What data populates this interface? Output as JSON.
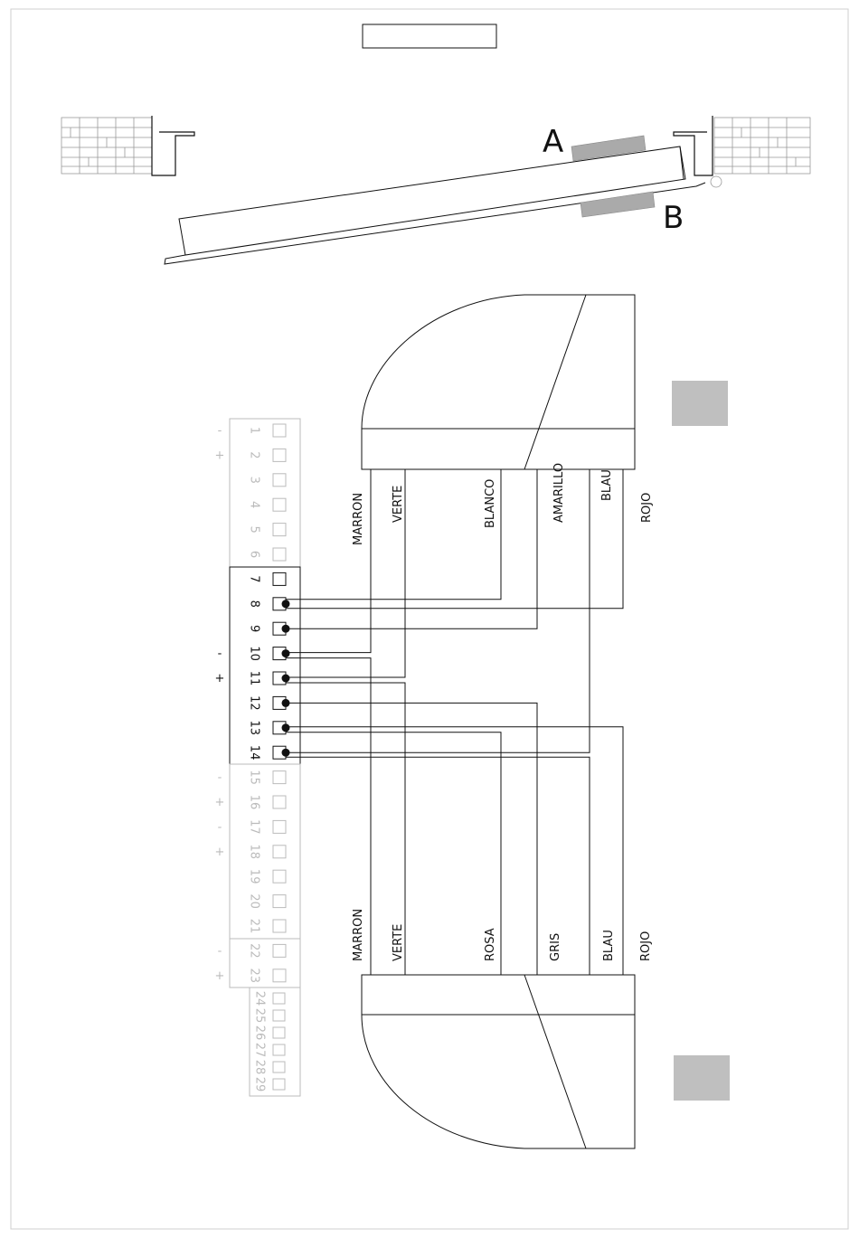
{
  "header_box_text": "",
  "gate": {
    "photocell_a": "A",
    "photocell_b": "B"
  },
  "terminal_block": {
    "terminals": [
      {
        "num": "1",
        "sign": "-",
        "active": false
      },
      {
        "num": "2",
        "sign": "+",
        "active": false
      },
      {
        "num": "3",
        "sign": "",
        "active": false
      },
      {
        "num": "4",
        "sign": "",
        "active": false
      },
      {
        "num": "5",
        "sign": "",
        "active": false
      },
      {
        "num": "6",
        "sign": "",
        "active": false
      },
      {
        "num": "7",
        "sign": "",
        "active": true
      },
      {
        "num": "8",
        "sign": "",
        "active": true
      },
      {
        "num": "9",
        "sign": "",
        "active": true
      },
      {
        "num": "10",
        "sign": "-",
        "active": true
      },
      {
        "num": "11",
        "sign": "+",
        "active": true
      },
      {
        "num": "12",
        "sign": "",
        "active": true
      },
      {
        "num": "13",
        "sign": "",
        "active": true
      },
      {
        "num": "14",
        "sign": "",
        "active": true
      },
      {
        "num": "15",
        "sign": "-",
        "active": false
      },
      {
        "num": "16",
        "sign": "+",
        "active": false
      },
      {
        "num": "17",
        "sign": "-",
        "active": false
      },
      {
        "num": "18",
        "sign": "+",
        "active": false
      },
      {
        "num": "19",
        "sign": "",
        "active": false
      },
      {
        "num": "20",
        "sign": "",
        "active": false
      },
      {
        "num": "21",
        "sign": "",
        "active": false
      },
      {
        "num": "22",
        "sign": "-",
        "active": false
      },
      {
        "num": "23",
        "sign": "+",
        "active": false
      }
    ],
    "small_terminals": [
      "24",
      "25",
      "26",
      "27",
      "28",
      "29"
    ]
  },
  "device_top": {
    "wires": [
      {
        "label": "MARRON",
        "terminal": "10"
      },
      {
        "label": "VERTE",
        "terminal": "11"
      },
      {
        "label": "BLANCO",
        "terminal": "8"
      },
      {
        "label": "AMARILLO",
        "terminal": "9"
      },
      {
        "label": "BLAU",
        "terminal": "14"
      },
      {
        "label": "ROJO",
        "terminal": "8"
      }
    ]
  },
  "device_bottom": {
    "wires": [
      {
        "label": "MARRON",
        "terminal": "10"
      },
      {
        "label": "VERTE",
        "terminal": "11"
      },
      {
        "label": "ROSA",
        "terminal": "13"
      },
      {
        "label": "GRIS",
        "terminal": "12"
      },
      {
        "label": "BLAU",
        "terminal": "14"
      },
      {
        "label": "ROJO",
        "terminal": "13"
      }
    ]
  },
  "colors": {
    "line": "#111111",
    "faded": "#bbbbbb",
    "gray_fill": "#bfbfbf"
  }
}
